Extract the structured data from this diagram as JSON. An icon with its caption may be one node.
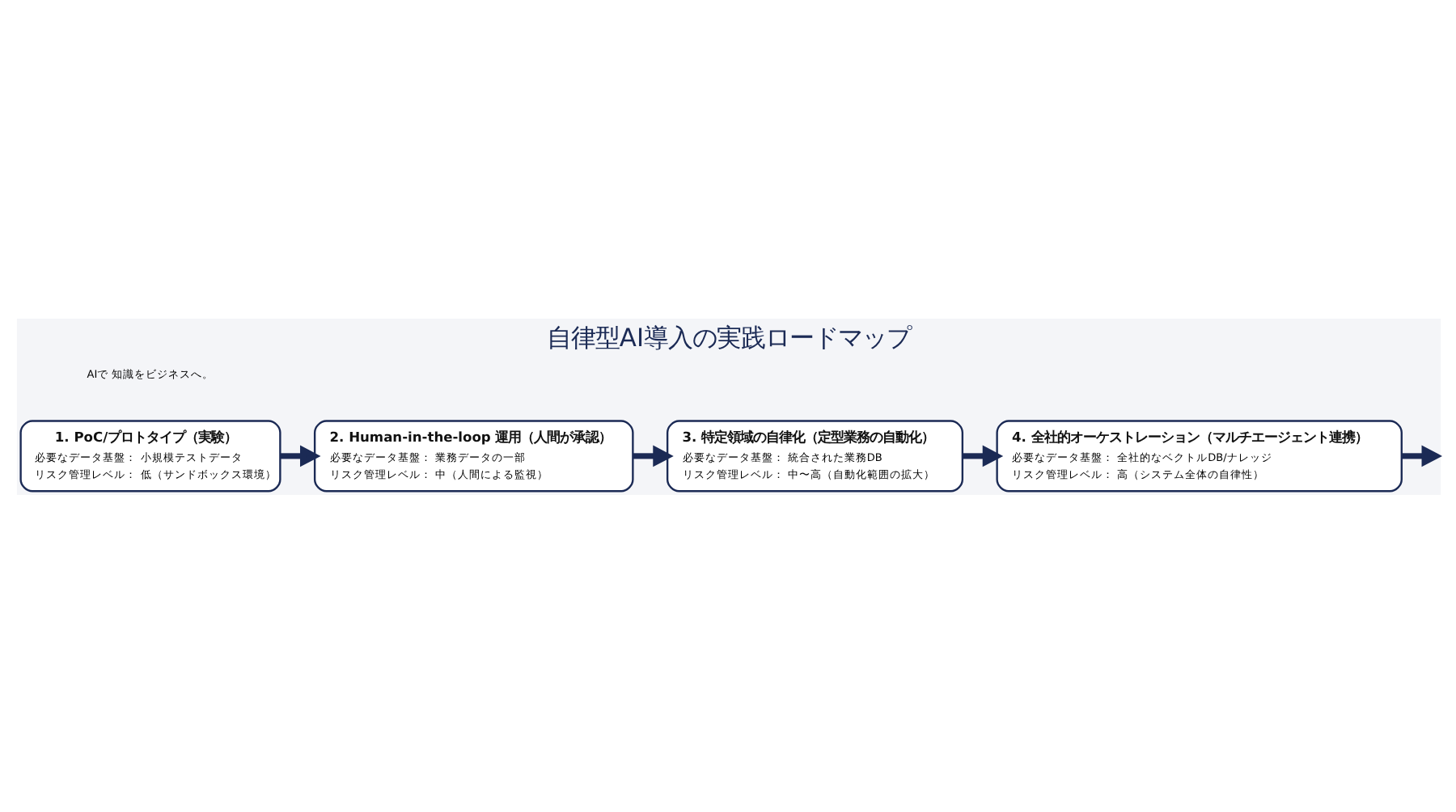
{
  "diagram": {
    "title": "自律型AI導入の実践ロードマップ",
    "nodes": [
      {
        "text": [
          "1. PoC/プロトタイプ（実験）",
          "必要なデータ基盤： 小規模テストデータ",
          "リスク管理レベル： 低（サンドボックス環境）"
        ]
      },
      {
        "text": [
          "2. Human-in-the-loop 運用（人間が承認）",
          "必要なデータ基盤： 業務データの一部",
          "リスク管理レベル： 中（人間による監視）"
        ]
      },
      {
        "text": [
          "3. 特定領域の自律化（定型業務の自動化）",
          "必要なデータ基盤： 統合された業務DB",
          "リスク管理レベル： 中〜高（自動化範囲の拡大）"
        ]
      },
      {
        "text": [
          "4. 全社的オーケストレーション（マルチエージェント連携）",
          "必要なデータ基盤： 全社的なベクトルDB/ナレッジ",
          "リスク管理レベル： 高（システム全体の自律性）"
        ]
      }
    ],
    "edges": [
      {
        "from": 0,
        "to": 1,
        "arrow": "to"
      },
      {
        "from": 1,
        "to": 2,
        "arrow": "to"
      },
      {
        "from": 2,
        "to": 3,
        "arrow": "to"
      },
      {
        "from": 3,
        "to": null,
        "arrow": "to"
      }
    ],
    "labels": [
      "AIで 知識をビジネスへ。"
    ]
  }
}
